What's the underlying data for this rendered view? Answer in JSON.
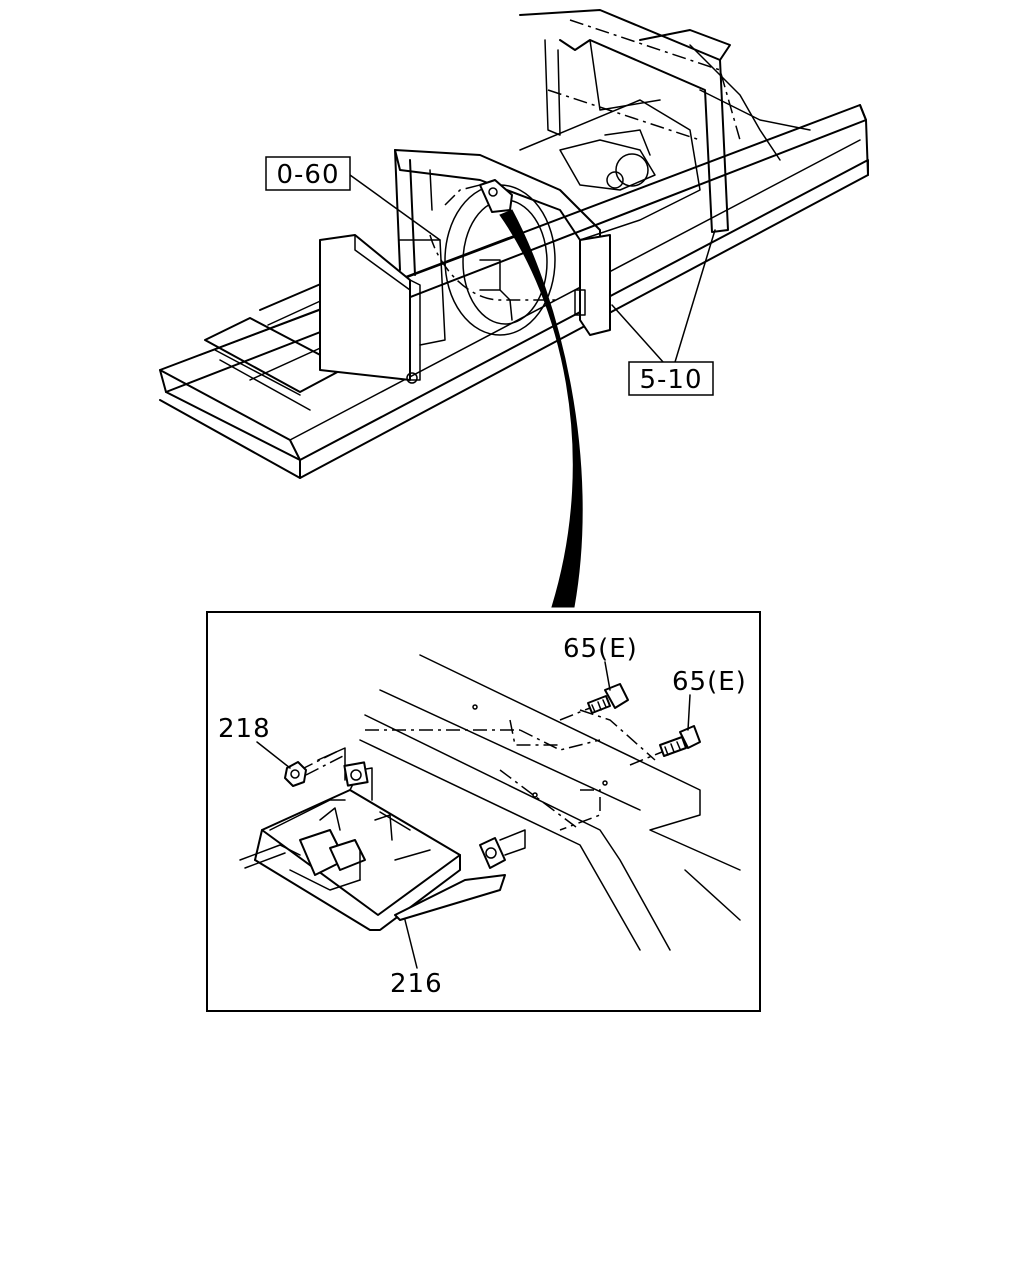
{
  "callouts": {
    "ref_0_60": "0-60",
    "ref_5_10": "5-10",
    "part_65e_a": "65(E)",
    "part_65e_b": "65(E)",
    "part_218": "218",
    "part_216": "216"
  },
  "colors": {
    "line": "#000000",
    "background": "#ffffff"
  }
}
